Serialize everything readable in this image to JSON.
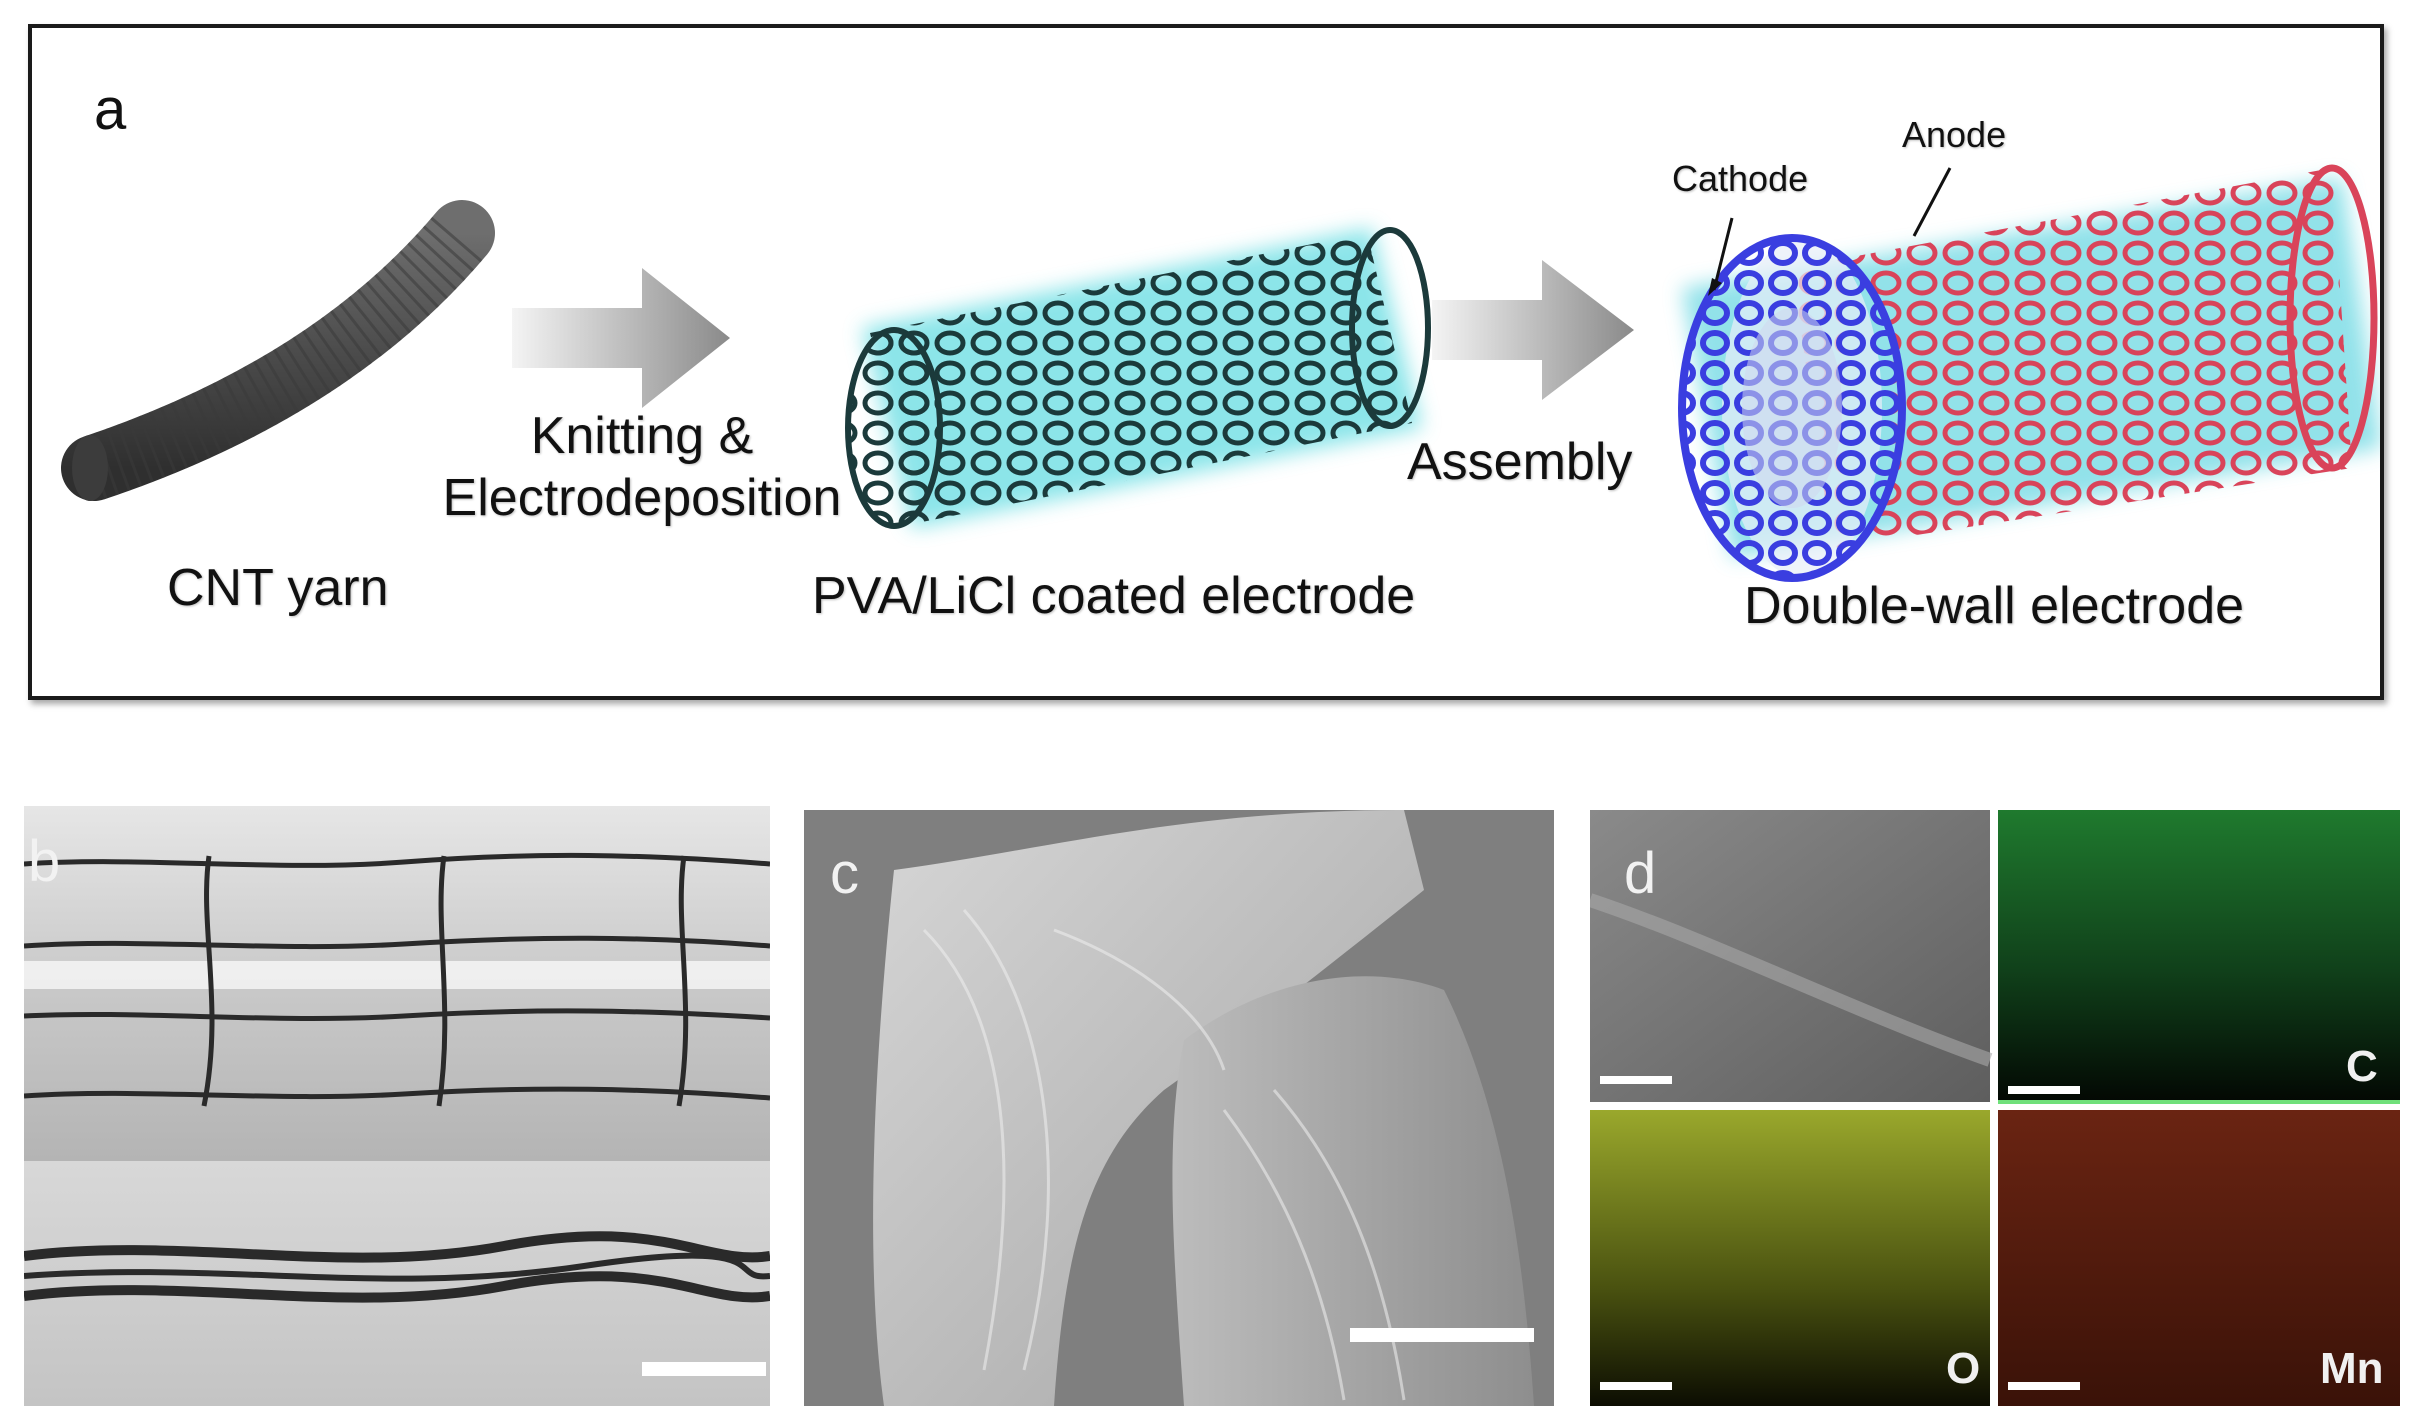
{
  "panel_a": {
    "label": "a",
    "step1_label": "CNT yarn",
    "arrow1_label_line1": "Knitting &",
    "arrow1_label_line2": "Electrodeposition",
    "step2_label": "PVA/LiCl coated electrode",
    "arrow2_label": "Assembly",
    "step3_label": "Double-wall electrode",
    "cathode_label": "Cathode",
    "anode_label": "Anode"
  },
  "panel_b": {
    "label": "b"
  },
  "panel_c": {
    "label": "c"
  },
  "panel_d": {
    "label": "d",
    "element_c": "C",
    "element_o": "O",
    "element_mn": "Mn"
  },
  "colors": {
    "cnt_yarn": "#505050",
    "pva_coating": "#5fd3d8",
    "anode_red": "#d9445a",
    "cathode_blue": "#3a3ee0",
    "carbon_map": "#1f7a2e",
    "oxygen_map": "#9aa82c",
    "manganese_map": "#6a2412"
  }
}
